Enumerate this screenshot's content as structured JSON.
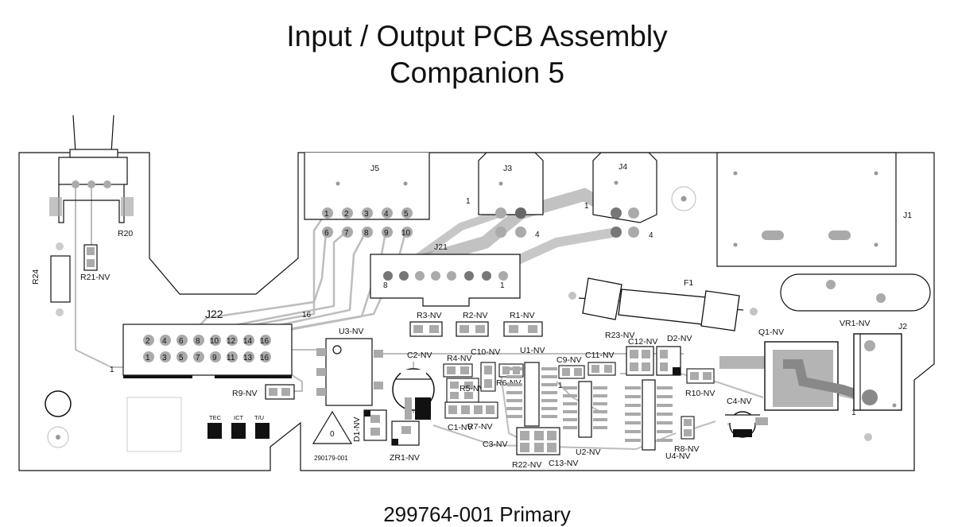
{
  "title_line1": "Input / Output PCB Assembly",
  "title_line2": "Companion 5",
  "footer": "299764-001 Primary",
  "board_code": "290179-001",
  "connectors": {
    "j5": "J5",
    "j3": "J3",
    "j4": "J4",
    "j1": "J1",
    "j21": "J21",
    "j22": "J22",
    "j2": "J2"
  },
  "j5_pins_top": [
    "1",
    "2",
    "3",
    "4",
    "5"
  ],
  "j5_pins_bottom": [
    "6",
    "7",
    "8",
    "9",
    "10"
  ],
  "j22_pins_top": [
    "2",
    "4",
    "6",
    "8",
    "10",
    "12",
    "14",
    "16"
  ],
  "j22_pins_bottom": [
    "1",
    "3",
    "5",
    "7",
    "9",
    "11",
    "13",
    "16"
  ],
  "pin_labels": {
    "j3_1": "1",
    "j3_4": "4",
    "j4_1": "1",
    "j4_4": "4",
    "j21_8": "8",
    "j21_1": "1",
    "j22_16": "16",
    "j22_1": "1",
    "j2_1": "1",
    "u1_1": "1",
    "zero": "0"
  },
  "test_pads": [
    "TEC",
    "ICT",
    "T/U"
  ],
  "components": {
    "r20": "R20",
    "r24": "R24",
    "r21": "R21-NV",
    "r9": "R9-NV",
    "u3": "U3-NV",
    "r3": "R3-NV",
    "r2": "R2-NV",
    "r1": "R1-NV",
    "f1": "F1",
    "c2": "C2-NV",
    "r4": "R4-NV",
    "c10": "C10-NV",
    "u1": "U1-NV",
    "c9": "C9-NV",
    "c11": "C11-NV",
    "r23": "R23-NV",
    "c12": "C12-NV",
    "d2": "D2-NV",
    "q1": "Q1-NV",
    "vr1": "VR1-NV",
    "r5": "R5-NV",
    "r6": "R6-NV",
    "c1": "C1-NV",
    "r7": "R7-NV",
    "d1": "D1-NV",
    "zr1": "ZR1-NV",
    "c3": "C3-NV",
    "r22": "R22-NV",
    "c13": "C13-NV",
    "u2": "U2-NV",
    "u4": "U4-NV",
    "r8": "R8-NV",
    "r10": "R10-NV",
    "c4": "C4-NV"
  }
}
